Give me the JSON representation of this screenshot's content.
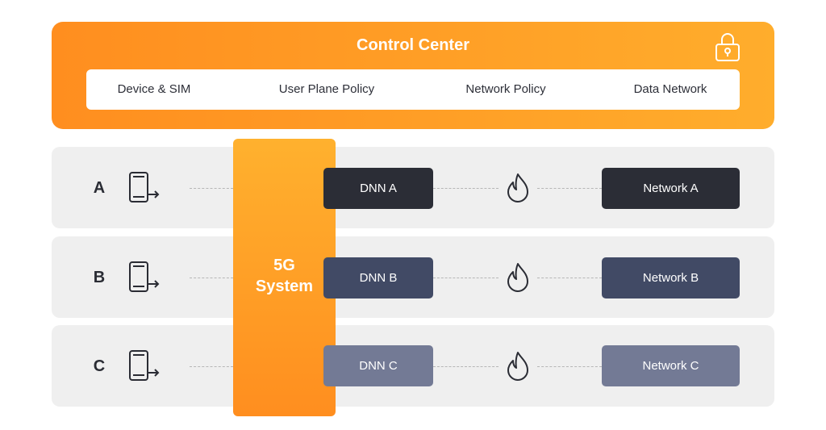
{
  "control_center": {
    "title": "Control Center",
    "icon": "lock-icon",
    "items": [
      {
        "label": "Device & SIM"
      },
      {
        "label": "User Plane Policy"
      },
      {
        "label": "Network Policy"
      },
      {
        "label": "Data Network"
      }
    ]
  },
  "system": {
    "line1": "5G",
    "line2": "System"
  },
  "rows": [
    {
      "label": "A",
      "dnn": "DNN A",
      "network": "Network A",
      "color": "#2b2d36"
    },
    {
      "label": "B",
      "dnn": "DNN B",
      "network": "Network B",
      "color": "#414a65"
    },
    {
      "label": "C",
      "dnn": "DNN C",
      "network": "Network C",
      "color": "#737a95"
    }
  ],
  "colors": {
    "accent_start": "#ff8e1f",
    "accent_end": "#ffb12e",
    "row_background": "#efefef",
    "icon_stroke": "#2a2c34"
  },
  "icons": {
    "device": "mobile-device-icon",
    "firewall": "fire-icon"
  }
}
